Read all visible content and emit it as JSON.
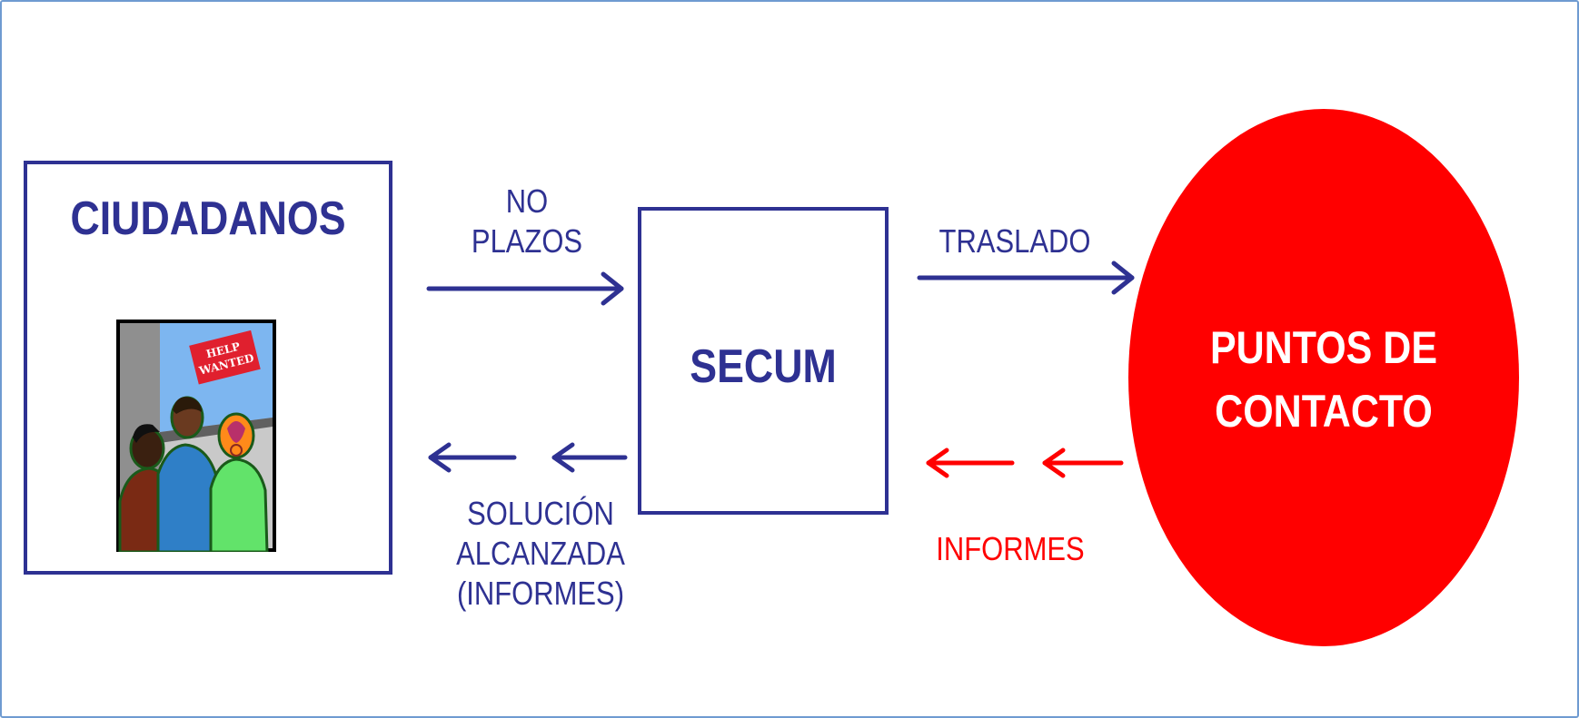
{
  "nodes": {
    "ciudadanos": "CIUDADANOS",
    "secum": "SECUM",
    "puntos_line1": "PUNTOS DE",
    "puntos_line2": "CONTACTO"
  },
  "edges": {
    "no_plazos_line1": "NO",
    "no_plazos_line2": "PLAZOS",
    "traslado": "TRASLADO",
    "solucion_line1": "SOLUCIÓN",
    "solucion_line2": "ALCANZADA",
    "solucion_line3": "(INFORMES)",
    "informes": "INFORMES"
  },
  "illustration": {
    "sign_line1": "HELP",
    "sign_line2": "WANTED"
  },
  "colors": {
    "navy": "#2e3192",
    "red": "#ff0000",
    "frame": "#6f9bd1"
  }
}
